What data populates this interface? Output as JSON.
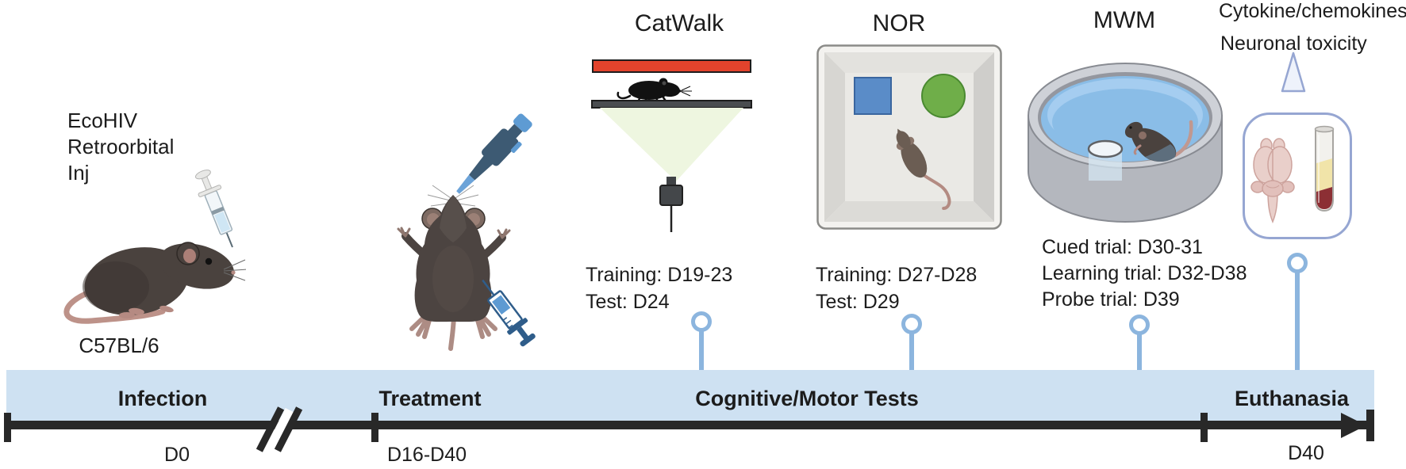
{
  "infection": {
    "injection_line1": "EcoHIV",
    "injection_line2": "Retroorbital",
    "injection_line3": "Inj",
    "strain": "C57BL/6"
  },
  "assays": {
    "catwalk": {
      "title": "CatWalk",
      "training": "Training: D19-23",
      "test": "Test: D24"
    },
    "nor": {
      "title": "NOR",
      "training": "Training: D27-D28",
      "test": "Test: D29"
    },
    "mwm": {
      "title": "MWM",
      "cued": "Cued trial: D30-31",
      "learning": "Learning trial: D32-D38",
      "probe": "Probe trial: D39"
    }
  },
  "endpoint": {
    "analysis_line1": "Cytokine/chemokines",
    "analysis_line2": "Neuronal toxicity"
  },
  "timeline": {
    "phases": [
      {
        "label": "Infection",
        "day": "D0"
      },
      {
        "label": "Treatment",
        "day": "D16-D40"
      },
      {
        "label": "Cognitive/Motor Tests",
        "day": ""
      },
      {
        "label": "Euthanasia",
        "day": "D40"
      }
    ]
  },
  "colors": {
    "band_blue": "#cee1f2",
    "pin_blue": "#8cb5de",
    "axis_black": "#282828",
    "catwalk_red": "#e2432c",
    "object_blue": "#5a8cc8",
    "object_green": "#6fae49",
    "water_blue": "#8abde7",
    "box_border_periwinkle": "#96a6d2"
  }
}
